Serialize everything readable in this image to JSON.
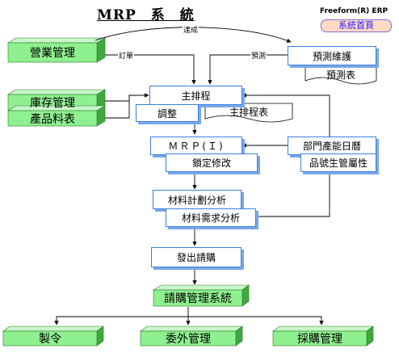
{
  "header": {
    "title": "MRP　系　統",
    "brand": "Freeform(R) ERP",
    "home_link": "系統首頁"
  },
  "nodes": {
    "sales_mgmt": "營業管理",
    "forecast_maint": "預測維護",
    "forecast_table": "預測表",
    "inventory_mgmt": "庫存管理",
    "product_bom": "產品料表",
    "master_schedule": "主排程",
    "adjust": "調整",
    "master_schedule_table": "主排程表",
    "mrp": "ＭＲＰ(Ｉ)",
    "dept_calendar": "部門產能日曆",
    "lock_modify": "鎖定修改",
    "item_attr": "品號生管屬性",
    "material_plan": "材料計劃分析",
    "material_req": "材料需求分析",
    "issue_request": "發出請購",
    "purchase_req_system": "請購管理系統",
    "manufacture_order": "製令",
    "outsourcing_mgmt": "委外管理",
    "procurement_mgmt": "採購管理"
  },
  "edge_labels": {
    "achieve": "達成",
    "order": "訂單",
    "forecast": "預測"
  },
  "colors": {
    "box_border": "#3a7fe0",
    "box_shadow": "#7aa7e8",
    "green_top": "#8ff08f",
    "green_side": "#3fa83f",
    "home_bg": "#ffd9c4",
    "home_text": "#2020ff"
  }
}
